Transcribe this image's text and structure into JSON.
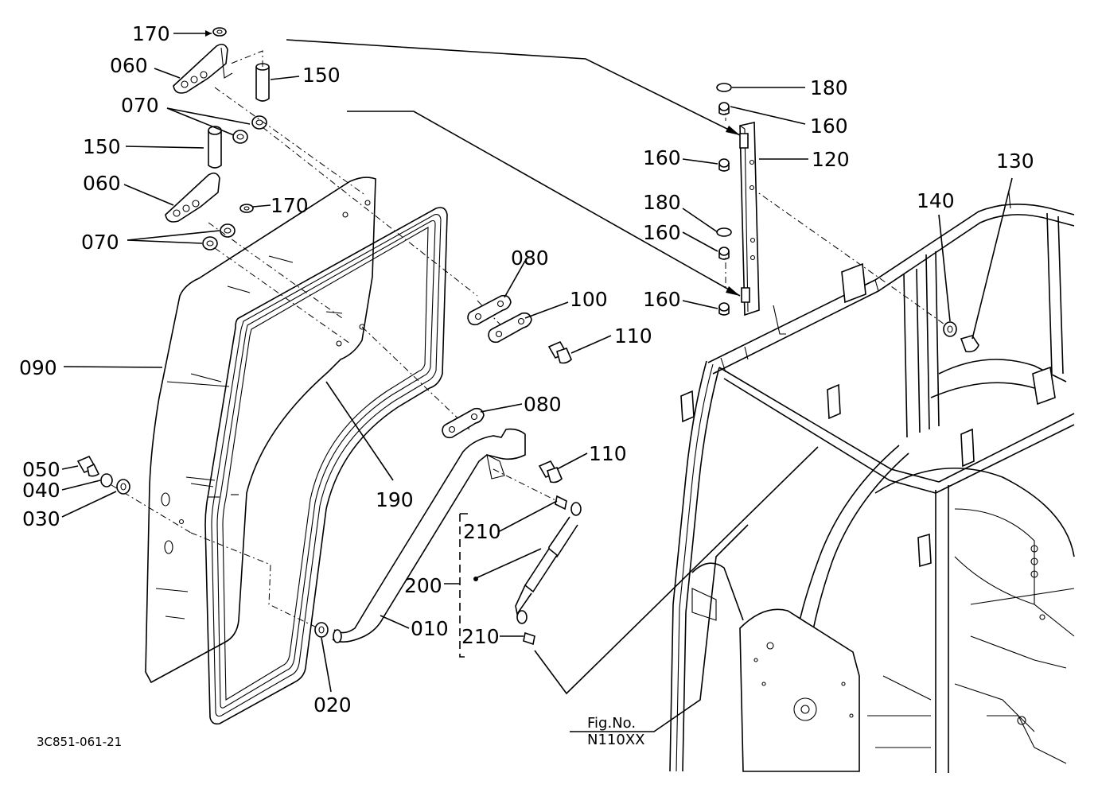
{
  "diagram": {
    "labels": {
      "p170_top": "170",
      "p060_top": "060",
      "p150_top": "150",
      "p070_top": "070",
      "p150_mid": "150",
      "p060_mid": "060",
      "p170_mid": "170",
      "p070_mid": "070",
      "p090": "090",
      "p050": "050",
      "p040": "040",
      "p030": "030",
      "p080_top": "080",
      "p100": "100",
      "p110_top": "110",
      "p080_mid": "080",
      "p110_mid": "110",
      "p190": "190",
      "p210_top": "210",
      "p200": "200",
      "p010": "010",
      "p210_bot": "210",
      "p020": "020",
      "p180_top": "180",
      "p160_a": "160",
      "p160_b": "160",
      "p120": "120",
      "p180_mid": "180",
      "p160_c": "160",
      "p160_d": "160",
      "p130": "130",
      "p140": "140"
    },
    "drawing_code": "3C851-061-21",
    "fig_no_label": "Fig.No.",
    "fig_no_value": "N110XX"
  }
}
